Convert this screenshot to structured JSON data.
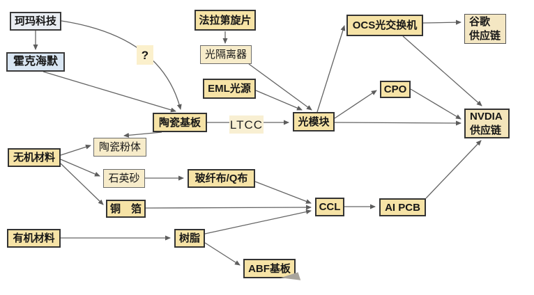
{
  "colors": {
    "node_yellow": "#f6e3a6",
    "node_light": "#f7ecca",
    "node_blue_light": "#e9edf2",
    "node_blue": "#d9e6f3",
    "border_dark": "#333333",
    "line": "#606060",
    "background": "#ffffff"
  },
  "nodes": {
    "kema": {
      "label": "珂玛科技"
    },
    "huoke": {
      "label": "霍克海默"
    },
    "question": {
      "label": "?"
    },
    "faraday": {
      "label": "法拉第旋片"
    },
    "isolator": {
      "label": "光隔离器"
    },
    "eml": {
      "label": "EML光源"
    },
    "ceramic": {
      "label": "陶瓷基板"
    },
    "ltcc": {
      "label": "LTCC"
    },
    "optical": {
      "label": "光模块"
    },
    "ocs": {
      "label": "OCS光交换机"
    },
    "cpo": {
      "label": "CPO"
    },
    "google": {
      "line1": "谷歌",
      "line2": "供应链"
    },
    "nvdia": {
      "line1": "NVDIA",
      "line2": "供应链"
    },
    "inorganic": {
      "label": "无机材料"
    },
    "powder": {
      "label": "陶瓷粉体"
    },
    "quartz": {
      "label": "石英砂"
    },
    "fiberglass": {
      "label": "玻纤布/Q布"
    },
    "copper": {
      "label": "铜　箔"
    },
    "ccl": {
      "label": "CCL"
    },
    "aipcb": {
      "label": "AI PCB"
    },
    "organic": {
      "label": "有机材料"
    },
    "resin": {
      "label": "树脂"
    },
    "abf": {
      "label": "ABF基板"
    }
  },
  "edges": [
    {
      "from": "珂玛科技",
      "to": "霍克海默"
    },
    {
      "from": "珂玛科技",
      "to": "陶瓷基板",
      "label": "?"
    },
    {
      "from": "霍克海默",
      "to": "陶瓷基板"
    },
    {
      "from": "法拉第旋片",
      "to": "光隔离器"
    },
    {
      "from": "光隔离器",
      "to": "光模块"
    },
    {
      "from": "EML光源",
      "to": "光模块"
    },
    {
      "from": "陶瓷基板",
      "to": "光模块",
      "label": "LTCC"
    },
    {
      "from": "陶瓷基板",
      "to": "陶瓷粉体"
    },
    {
      "from": "无机材料",
      "to": "陶瓷粉体"
    },
    {
      "from": "无机材料",
      "to": "石英砂"
    },
    {
      "from": "无机材料",
      "to": "铜箔"
    },
    {
      "from": "石英砂",
      "to": "玻纤布/Q布"
    },
    {
      "from": "玻纤布/Q布",
      "to": "CCL"
    },
    {
      "from": "铜箔",
      "to": "CCL"
    },
    {
      "from": "有机材料",
      "to": "树脂"
    },
    {
      "from": "树脂",
      "to": "CCL"
    },
    {
      "from": "树脂",
      "to": "ABF基板"
    },
    {
      "from": "CCL",
      "to": "AI PCB"
    },
    {
      "from": "AI PCB",
      "to": "NVDIA供应链"
    },
    {
      "from": "光模块",
      "to": "OCS光交换机"
    },
    {
      "from": "光模块",
      "to": "CPO"
    },
    {
      "from": "光模块",
      "to": "NVDIA供应链"
    },
    {
      "from": "CPO",
      "to": "NVDIA供应链"
    },
    {
      "from": "OCS光交换机",
      "to": "谷歌供应链"
    },
    {
      "from": "OCS光交换机",
      "to": "NVDIA供应链"
    }
  ]
}
